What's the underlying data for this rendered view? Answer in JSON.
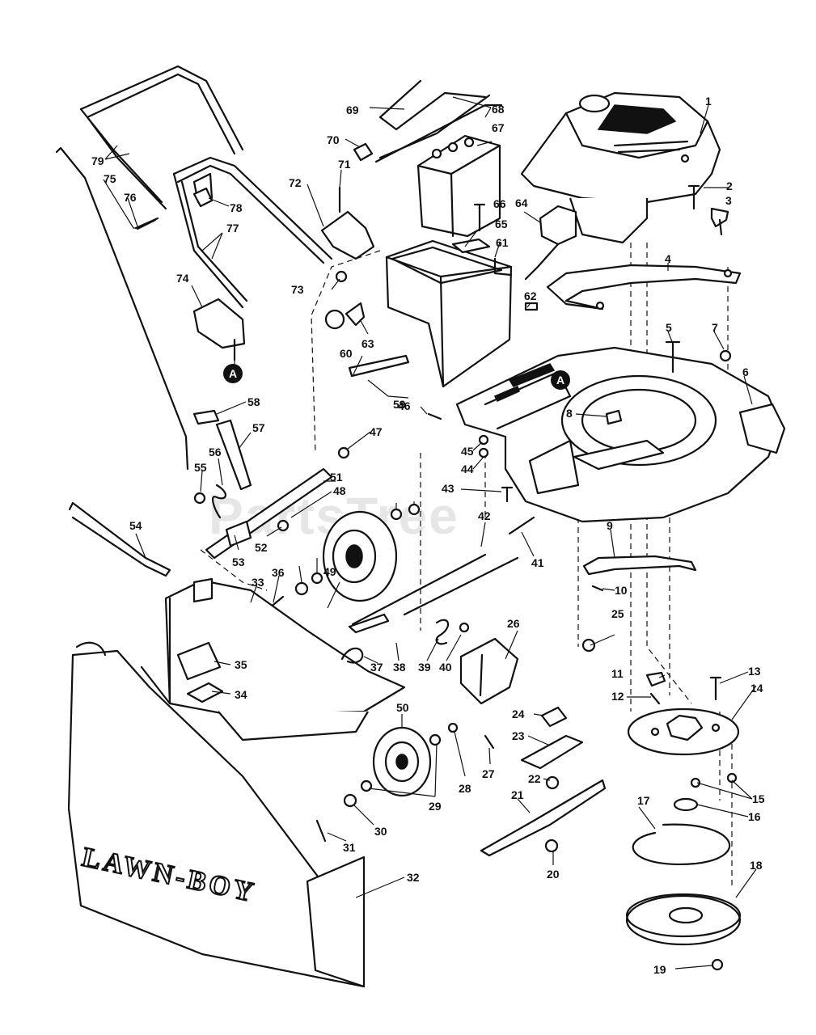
{
  "watermark": "PartsTree",
  "brand_text": "LAWN-BOY",
  "callout_marker": "A",
  "part_numbers": [
    "1",
    "2",
    "3",
    "4",
    "5",
    "6",
    "7",
    "8",
    "9",
    "10",
    "11",
    "12",
    "13",
    "14",
    "15",
    "16",
    "17",
    "18",
    "19",
    "20",
    "21",
    "22",
    "23",
    "24",
    "25",
    "26",
    "27",
    "28",
    "29",
    "30",
    "31",
    "32",
    "33",
    "34",
    "35",
    "36",
    "37",
    "38",
    "39",
    "40",
    "41",
    "42",
    "43",
    "44",
    "45",
    "46",
    "47",
    "48",
    "49",
    "50",
    "51",
    "52",
    "53",
    "54",
    "55",
    "56",
    "57",
    "58",
    "59",
    "60",
    "61",
    "62",
    "63",
    "64",
    "65",
    "66",
    "67",
    "68",
    "69",
    "70",
    "71",
    "72",
    "73",
    "74",
    "75",
    "76",
    "77",
    "78",
    "79"
  ],
  "colors": {
    "ink": "#111111",
    "paper": "#ffffff",
    "watermark": "#e6e6e6"
  }
}
